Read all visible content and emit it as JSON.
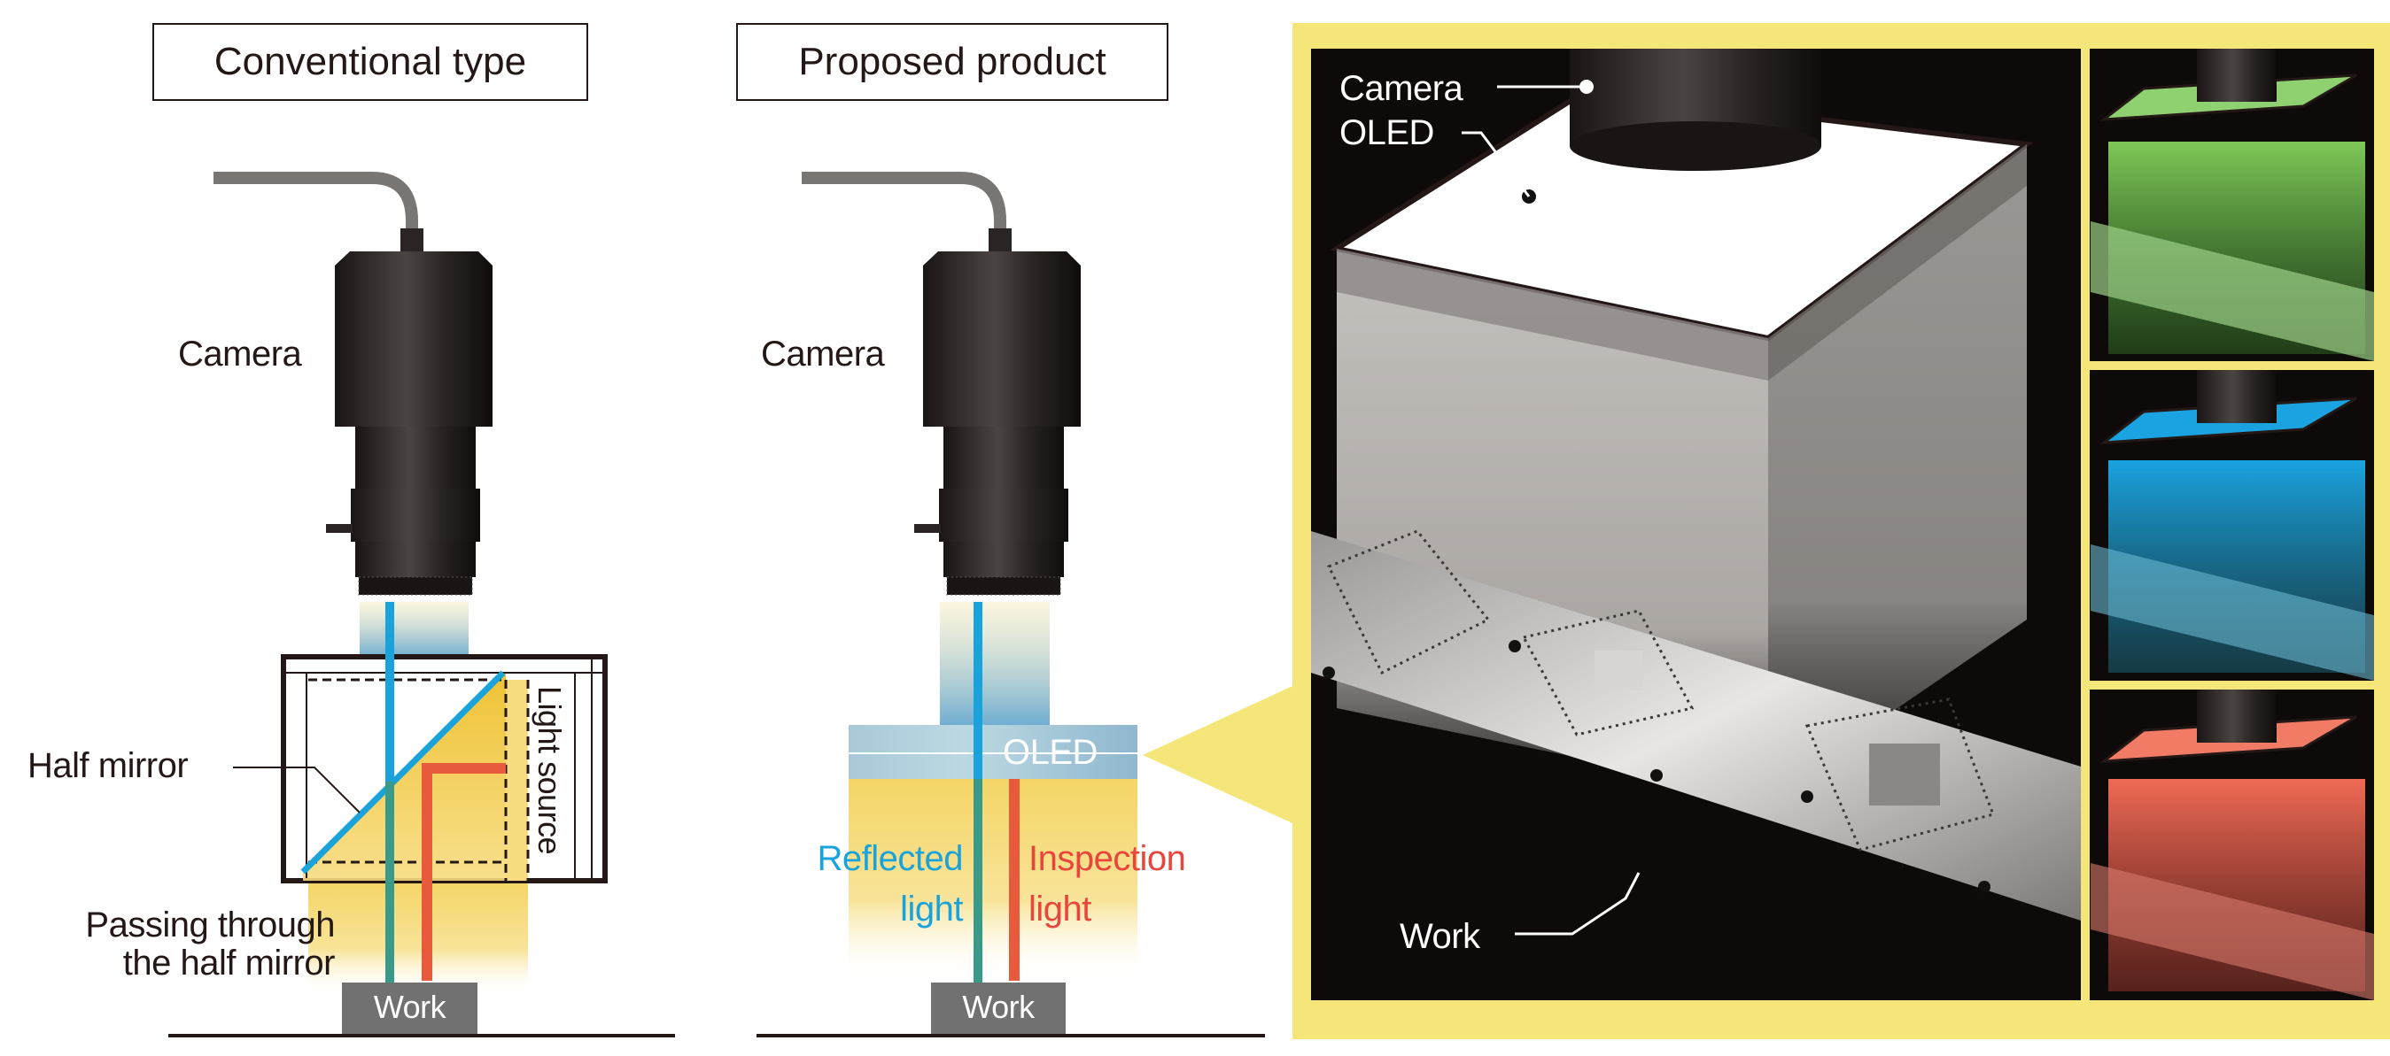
{
  "conventional": {
    "title": "Conventional type",
    "camera_label": "Camera",
    "half_mirror_label": "Half mirror",
    "light_source_label": "Light source",
    "passing_line1": "Passing through",
    "passing_line2": "the half mirror",
    "work_label": "Work"
  },
  "proposed": {
    "title": "Proposed product",
    "camera_label": "Camera",
    "oled_label": "OLED",
    "reflected_line1": "Reflected",
    "reflected_line2": "light",
    "inspection_line1": "Inspection",
    "inspection_line2": "light",
    "work_label": "Work"
  },
  "photo": {
    "camera_label": "Camera",
    "oled_label": "OLED",
    "work_label": "Work",
    "variants": [
      "green",
      "blue",
      "red"
    ]
  },
  "colors": {
    "callout_yellow": "#f5e67a",
    "reflected_blue": "#1aa3db",
    "inspection_red": "#e8453c",
    "light_yellow": "#f3c52a"
  }
}
